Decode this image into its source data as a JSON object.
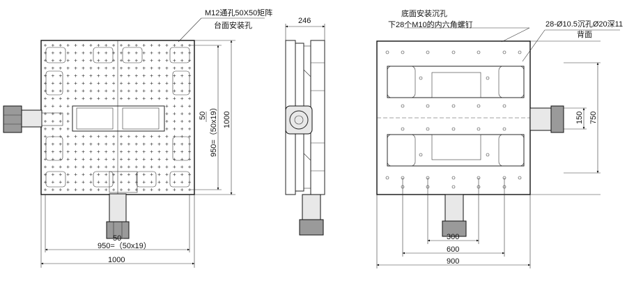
{
  "top_view": {
    "note_line1": "M12通孔50X50矩阵",
    "note_line2": "台面安装孔",
    "dim_right_50": "50",
    "dim_right_950": "950=（50x19）",
    "dim_right_1000": "1000",
    "dim_bottom_50": "50",
    "dim_bottom_950": "950=（50x19）",
    "dim_bottom_1000": "1000"
  },
  "side_view": {
    "dim_246": "246"
  },
  "bottom_view": {
    "note_a_line1": "底面安装沉孔",
    "note_a_line2": "下28个M10的内六角螺钉",
    "note_b_line1": "28-Ø10.5沉孔Ø20深11",
    "note_b_line2": "背面",
    "dim_150": "150",
    "dim_750": "750",
    "dim_300": "300",
    "dim_600": "600",
    "dim_900": "900"
  }
}
